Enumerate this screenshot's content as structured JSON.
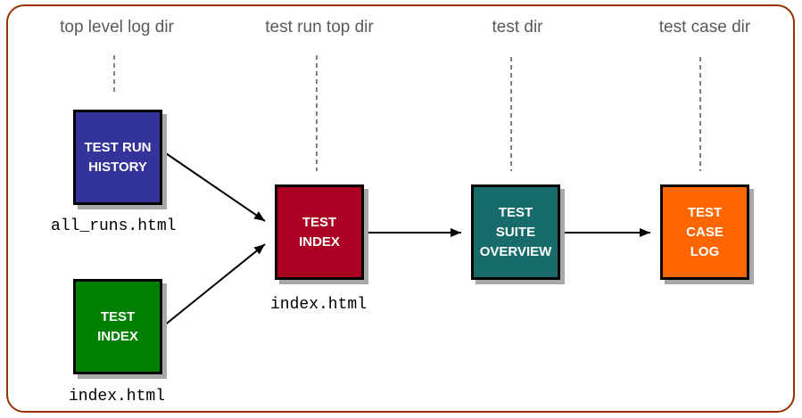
{
  "diagram": {
    "frame_border_color": "#993300",
    "background_color": "#ffffff",
    "shadow_color": "#a8a8a8",
    "columns": [
      {
        "header": "top level log dir"
      },
      {
        "header": "test run top dir"
      },
      {
        "header": "test dir"
      },
      {
        "header": "test case dir"
      }
    ],
    "nodes": [
      {
        "name": "test-run-history",
        "lines": [
          "TEST RUN",
          "HISTORY"
        ],
        "color": "#333399",
        "text_color": "#ffffff",
        "file_label": "all_runs.html",
        "column": "top level log dir"
      },
      {
        "name": "test-index-top-level",
        "lines": [
          "TEST",
          "INDEX"
        ],
        "color": "#008000",
        "text_color": "#ffffff",
        "file_label": "index.html",
        "column": "top level log dir"
      },
      {
        "name": "test-index-run",
        "lines": [
          "TEST",
          "INDEX"
        ],
        "color": "#ab0022",
        "text_color": "#ffffff",
        "file_label": "index.html",
        "column": "test run top dir"
      },
      {
        "name": "test-suite-overview",
        "lines": [
          "TEST",
          "SUITE",
          "OVERVIEW"
        ],
        "color": "#176b6b",
        "text_color": "#ffffff",
        "column": "test dir"
      },
      {
        "name": "test-case-log",
        "lines": [
          "TEST",
          "CASE",
          "LOG"
        ],
        "color": "#ff6600",
        "text_color": "#ffffff",
        "column": "test case dir"
      }
    ],
    "connections": [
      {
        "from": "test-run-history",
        "to": "test-index-run"
      },
      {
        "from": "test-index-top-level",
        "to": "test-index-run"
      },
      {
        "from": "test-index-run",
        "to": "test-suite-overview"
      },
      {
        "from": "test-suite-overview",
        "to": "test-case-log"
      }
    ]
  }
}
